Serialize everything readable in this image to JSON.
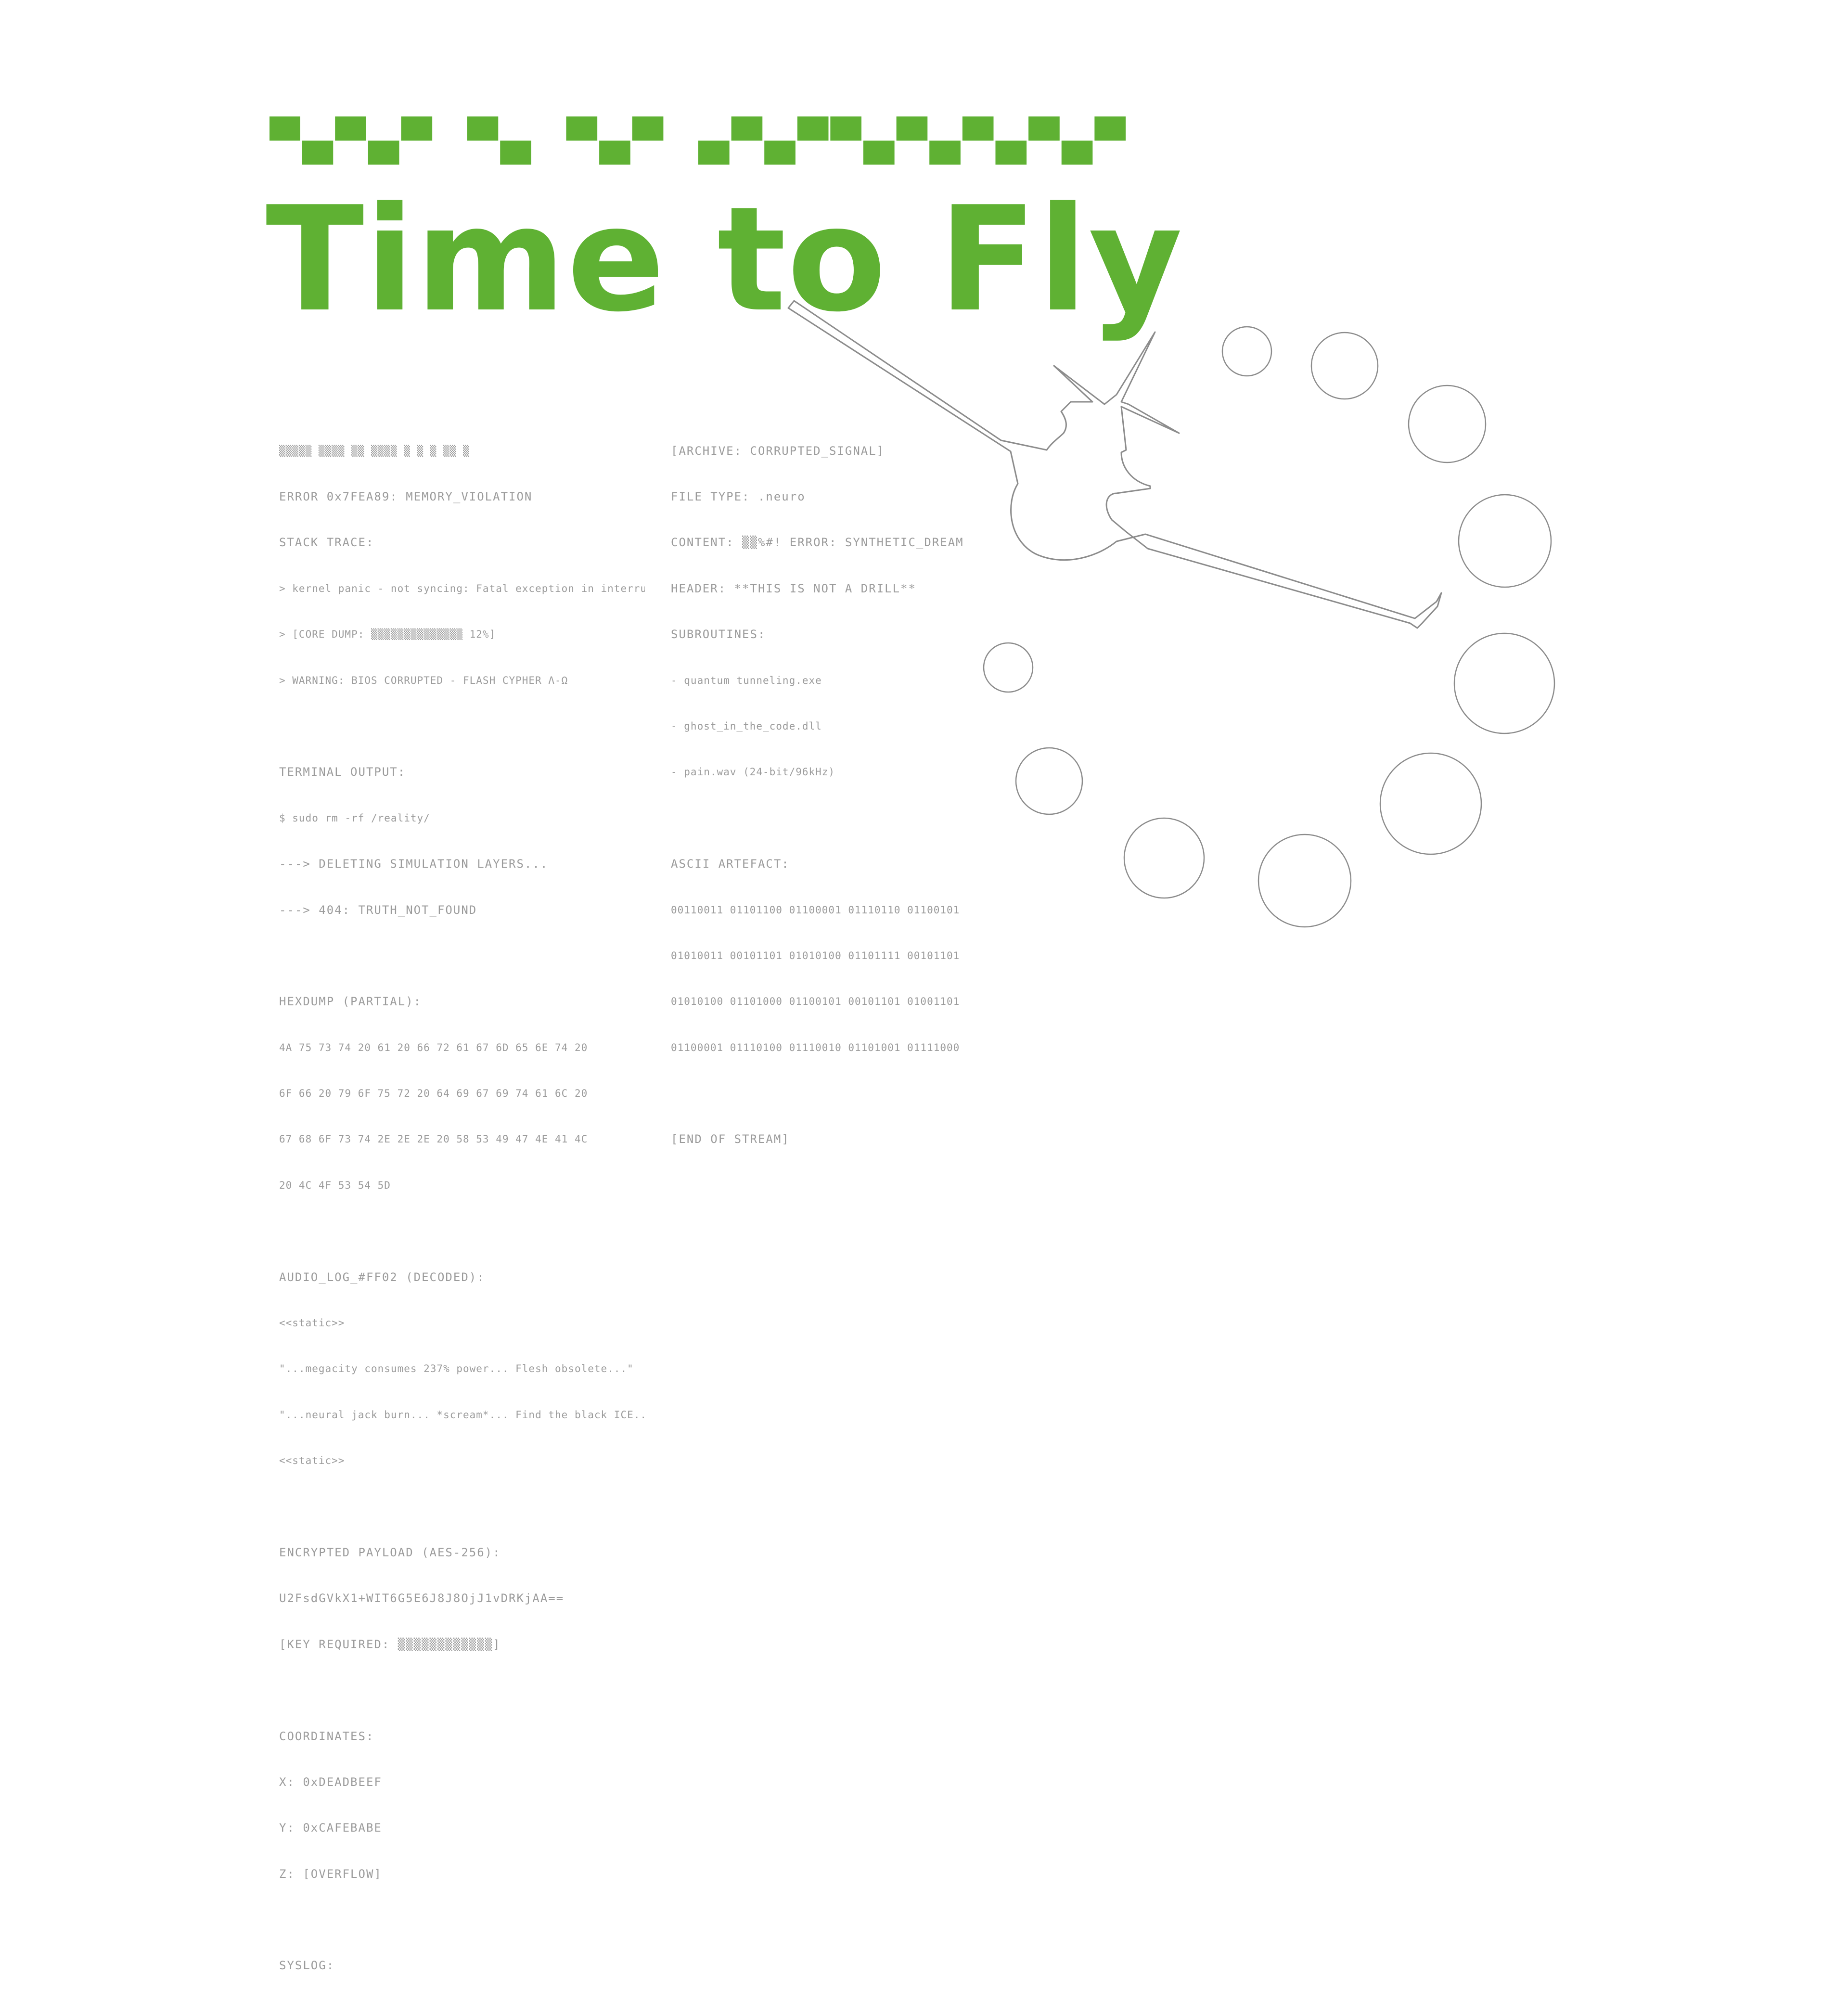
{
  "colors": {
    "accent": "#5fb133",
    "text": "#9b9b9b",
    "outline": "#8c8c8c",
    "background": "#ffffff"
  },
  "cipher_header": "▀▄▀▄▀ ▀▄ ▀▄▀ ▄▀▄▀▀▄▀▄▀▄▀▄▀",
  "title": "Time to Fly",
  "left_column": {
    "garbled_line": "▒▒▒▒▒ ▒▒▒▒ ▒▒ ▒▒▒▒ ▒ ▒ ▒ ▒▒ ▒",
    "error": "ERROR 0x7FEA89: MEMORY_VIOLATION",
    "stack_trace": {
      "heading": "STACK TRACE:",
      "lines": [
        "> kernel panic - not syncing: Fatal exception in interrupt",
        "> [CORE DUMP: ▒▒▒▒▒▒▒▒▒▒▒▒▒▒ 12%]",
        "> WARNING: BIOS CORRUPTED - FLASH CYPHER_Λ-Ω"
      ]
    },
    "terminal": {
      "heading": "TERMINAL OUTPUT:",
      "lines": [
        "$ sudo rm -rf /reality/",
        "---> DELETING SIMULATION LAYERS...",
        "---> 404: TRUTH_NOT_FOUND"
      ]
    },
    "hexdump": {
      "heading": "HEXDUMP (PARTIAL):",
      "lines": [
        "4A 75 73 74 20 61 20 66 72 61 67 6D 65 6E 74 20",
        "6F 66 20 79 6F 75 72 20 64 69 67 69 74 61 6C 20",
        "67 68 6F 73 74 2E 2E 2E 20 58 53 49 47 4E 41 4C",
        "20 4C 4F 53 54 5D"
      ]
    },
    "audio_log": {
      "heading": "AUDIO_LOG_#FF02 (DECODED):",
      "lines": [
        "<<static>>",
        "\"...megacity consumes 237% power... Flesh obsolete...\"",
        "\"...neural jack burn... *scream*... Find the black ICE...\"",
        "<<static>>"
      ]
    },
    "encrypted": {
      "heading": "ENCRYPTED PAYLOAD (AES-256):",
      "lines": [
        "U2FsdGVkX1+WIT6G5E6J8J8OjJ1vDRKjAA==",
        "[KEY REQUIRED: ▒▒▒▒▒▒▒▒▒▒▒▒]"
      ]
    },
    "coordinates": {
      "heading": "COORDINATES:",
      "lines": [
        "X: 0xDEADBEEF",
        "Y: 0xCAFEBABE",
        "Z: [OVERFLOW]"
      ]
    },
    "syslog": {
      "heading": "SYSLOG:"
    }
  },
  "right_column": {
    "archive": "[ARCHIVE: CORRUPTED_SIGNAL]",
    "file_type": "FILE TYPE: .neuro",
    "content": "CONTENT: ▒▒%#! ERROR: SYNTHETIC_DREAM",
    "header": "HEADER: **THIS IS NOT A DRILL**",
    "subroutines": {
      "heading": "SUBROUTINES:",
      "lines": [
        "- quantum_tunneling.exe",
        "- ghost_in_the_code.dll",
        "- pain.wav (24-bit/96kHz)"
      ]
    },
    "ascii": {
      "heading": "ASCII ARTEFACT:",
      "lines": [
        "00110011 01101100 01100001 01110110 01100101",
        "01010011 00101101 01010100 01101111 00101101",
        "01010100 01101000 01100101 00101101 01001101",
        "01100001 01110100 01110010 01101001 01111000"
      ]
    },
    "end": "[END OF STREAM]"
  },
  "icons": {
    "silhouette": "mouse-airplane-silhouette-icon",
    "ring": "circle-ring-icon"
  }
}
